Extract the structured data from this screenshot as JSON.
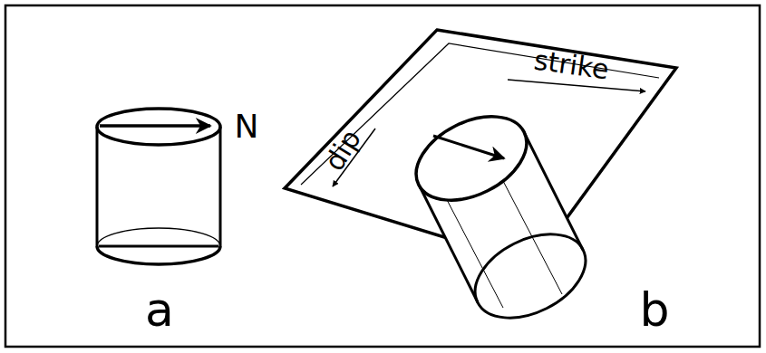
{
  "diagram": {
    "labels": [
      "N",
      "strike",
      "dip",
      "a",
      "b"
    ]
  }
}
